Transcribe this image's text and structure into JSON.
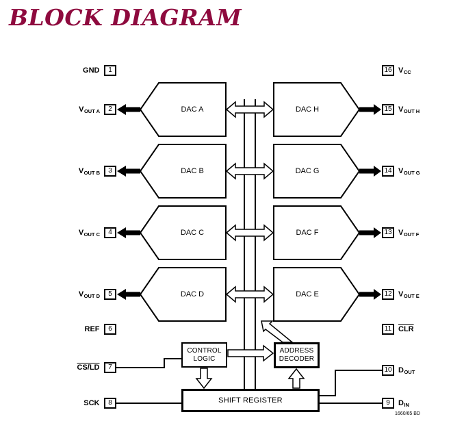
{
  "title": "BLOCK DIAGRAM",
  "footnote": "1660/65 BD",
  "colors": {
    "title_accent": "#8e0a3e",
    "line": "#000000",
    "background": "#ffffff"
  },
  "pins": {
    "left": [
      {
        "number": "1",
        "main": "GND",
        "sub": ""
      },
      {
        "number": "2",
        "main": "V",
        "sub": "OUT A"
      },
      {
        "number": "3",
        "main": "V",
        "sub": "OUT B"
      },
      {
        "number": "4",
        "main": "V",
        "sub": "OUT C"
      },
      {
        "number": "5",
        "main": "V",
        "sub": "OUT D"
      },
      {
        "number": "6",
        "main": "REF",
        "sub": ""
      },
      {
        "number": "7",
        "main": "CS/LD",
        "sub": ""
      },
      {
        "number": "8",
        "main": "SCK",
        "sub": ""
      }
    ],
    "right": [
      {
        "number": "16",
        "main": "V",
        "sub": "CC"
      },
      {
        "number": "15",
        "main": "V",
        "sub": "OUT H"
      },
      {
        "number": "14",
        "main": "V",
        "sub": "OUT G"
      },
      {
        "number": "13",
        "main": "V",
        "sub": "OUT F"
      },
      {
        "number": "12",
        "main": "V",
        "sub": "OUT E"
      },
      {
        "number": "11",
        "main": "CLR",
        "sub": ""
      },
      {
        "number": "10",
        "main": "D",
        "sub": "OUT"
      },
      {
        "number": "9",
        "main": "D",
        "sub": "IN"
      }
    ]
  },
  "dacs": {
    "left": [
      "DAC A",
      "DAC B",
      "DAC C",
      "DAC D"
    ],
    "right": [
      "DAC H",
      "DAC G",
      "DAC F",
      "DAC E"
    ]
  },
  "blocks": {
    "control_line1": "CONTROL",
    "control_line2": "LOGIC",
    "decoder_line1": "ADDRESS",
    "decoder_line2": "DECODER",
    "shift_register": "SHIFT REGISTER"
  }
}
